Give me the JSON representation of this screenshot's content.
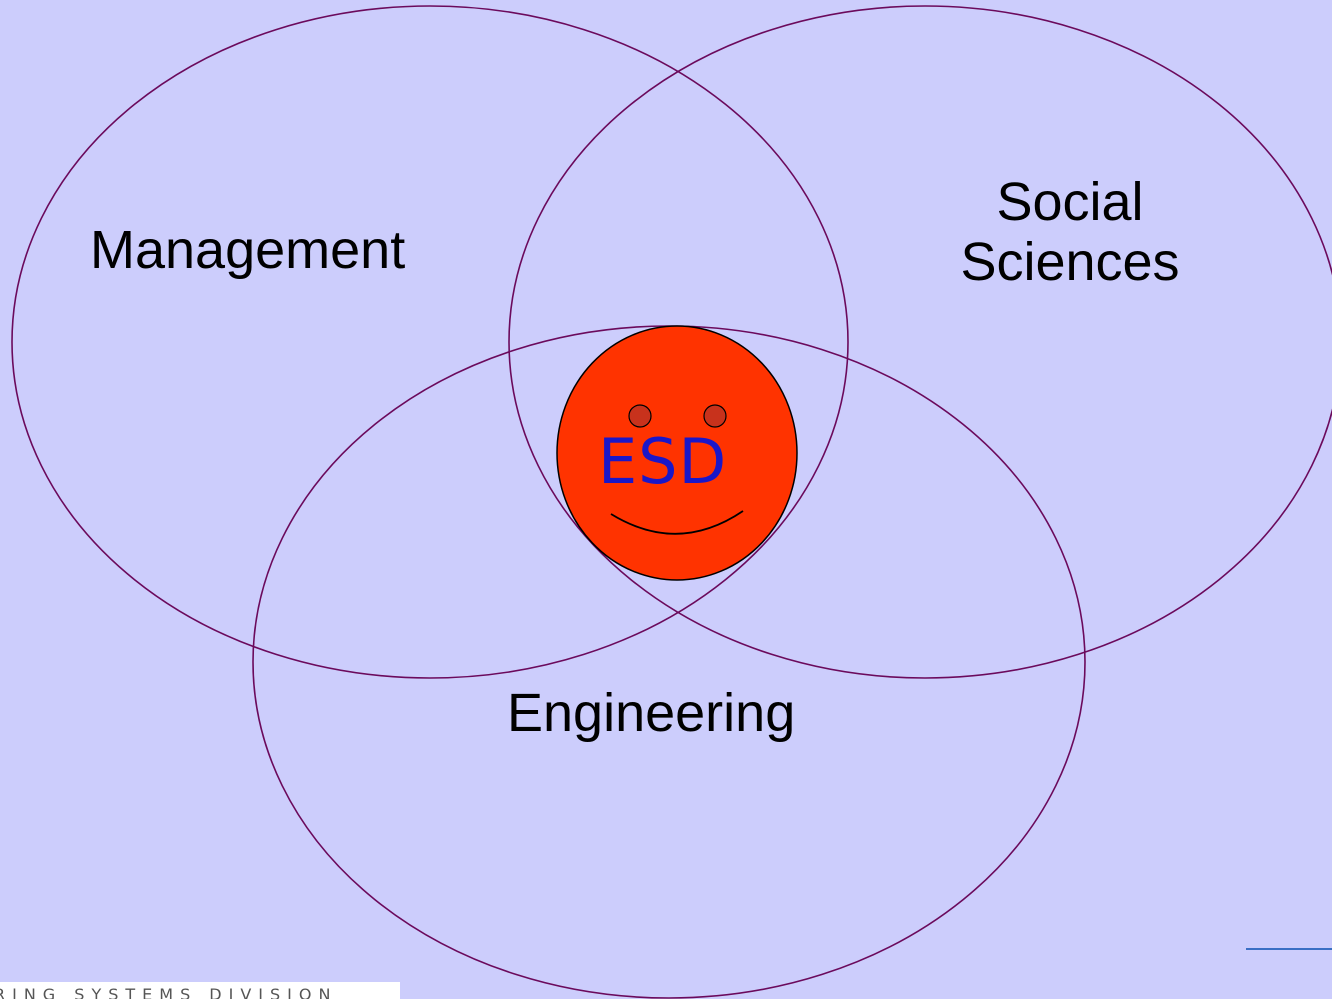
{
  "diagram": {
    "sets": [
      {
        "id": "management",
        "label": "Management"
      },
      {
        "id": "social",
        "label_lines": [
          "Social",
          "Sciences"
        ]
      },
      {
        "id": "engineering",
        "label": "Engineering"
      }
    ],
    "center": {
      "label": "ESD"
    }
  },
  "footer": {
    "logo_text": "RING SYSTEMS DIVISION"
  },
  "colors": {
    "background": "#cccdfc",
    "circle_stroke": "#6b0a5c",
    "face_fill": "#ff3300",
    "eye_fill": "#c8321c",
    "esd_text": "#1a17c9"
  }
}
